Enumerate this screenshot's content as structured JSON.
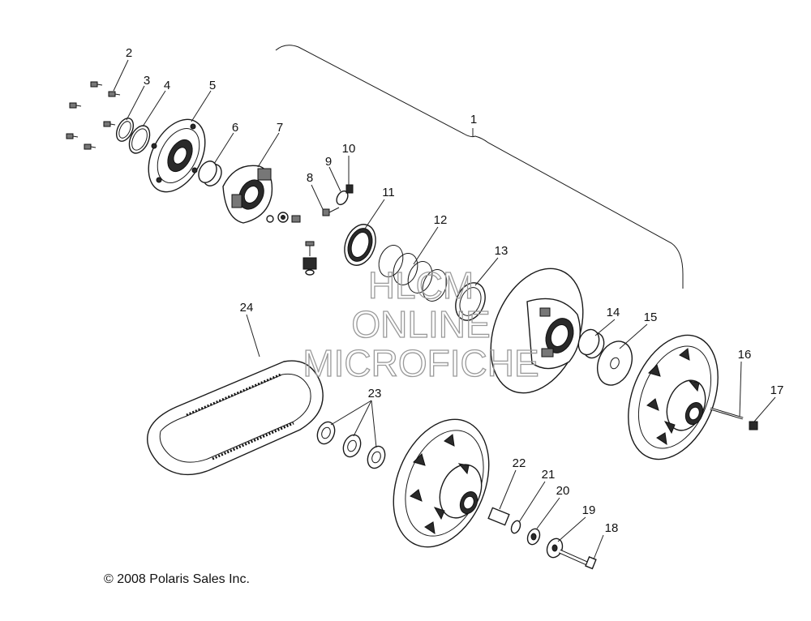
{
  "callouts": {
    "c1": "1",
    "c2": "2",
    "c3": "3",
    "c4": "4",
    "c5": "5",
    "c6": "6",
    "c7": "7",
    "c8": "8",
    "c9": "9",
    "c10": "10",
    "c11": "11",
    "c12": "12",
    "c13": "13",
    "c14": "14",
    "c15": "15",
    "c16": "16",
    "c17": "17",
    "c18": "18",
    "c19": "19",
    "c20": "20",
    "c21": "21",
    "c22": "22",
    "c23": "23",
    "c24": "24"
  },
  "watermark": {
    "line1": "HLCM",
    "line2": "ONLINE",
    "line3": "MICROFICHE"
  },
  "copyright": "© 2008 Polaris Sales Inc."
}
